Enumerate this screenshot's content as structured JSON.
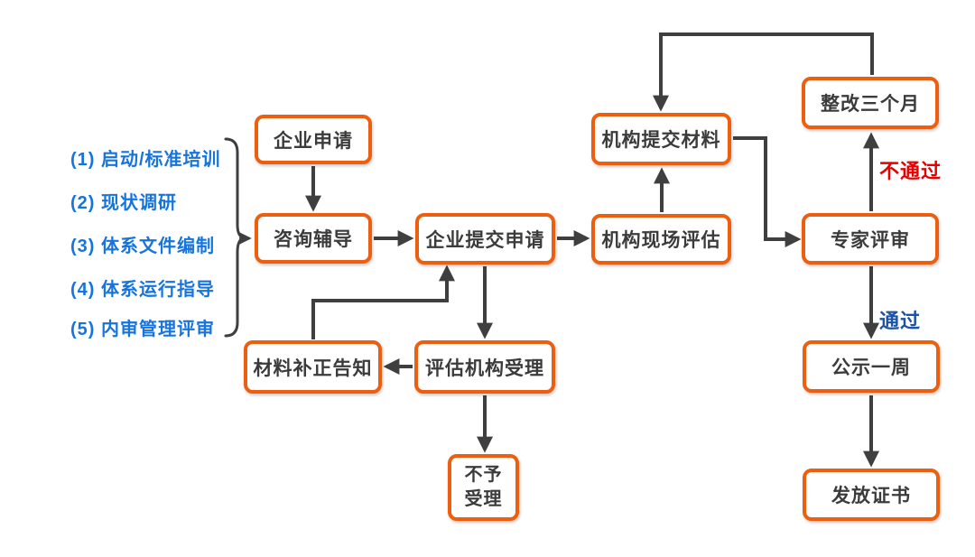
{
  "diagram": {
    "colors": {
      "box_border_orange": "#ED5F0F",
      "box_fill": "#FFFFFF",
      "text_dark": "#3B3B3B",
      "arrow_dark": "#3F3F3F",
      "prep_list_blue": "#1774DC",
      "fail_red": "#E60000",
      "pass_blue": "#1B52A8",
      "background": "#FFFFFF"
    },
    "prep_steps": [
      "(1) 启动/标准培训",
      "(2) 现状调研",
      "(3) 体系文件编制",
      "(4) 体系运行指导",
      "(5) 内审管理评审"
    ],
    "nodes": {
      "enterprise_apply": "企业申请",
      "consult_coach": "咨询辅导",
      "enterprise_submit": "企业提交申请",
      "org_submit_materials": "机构提交材料",
      "org_onsite_eval": "机构现场评估",
      "rectify_three_months": "整改三个月",
      "expert_review": "专家评审",
      "public_notice": "公示一周",
      "issue_certificate": "发放证书",
      "material_correction_notice": "材料补正告知",
      "eval_org_accept": "评估机构受理",
      "not_accepted": "不予\n受理"
    },
    "edge_labels": {
      "fail": "不通过",
      "pass": "通过"
    }
  }
}
